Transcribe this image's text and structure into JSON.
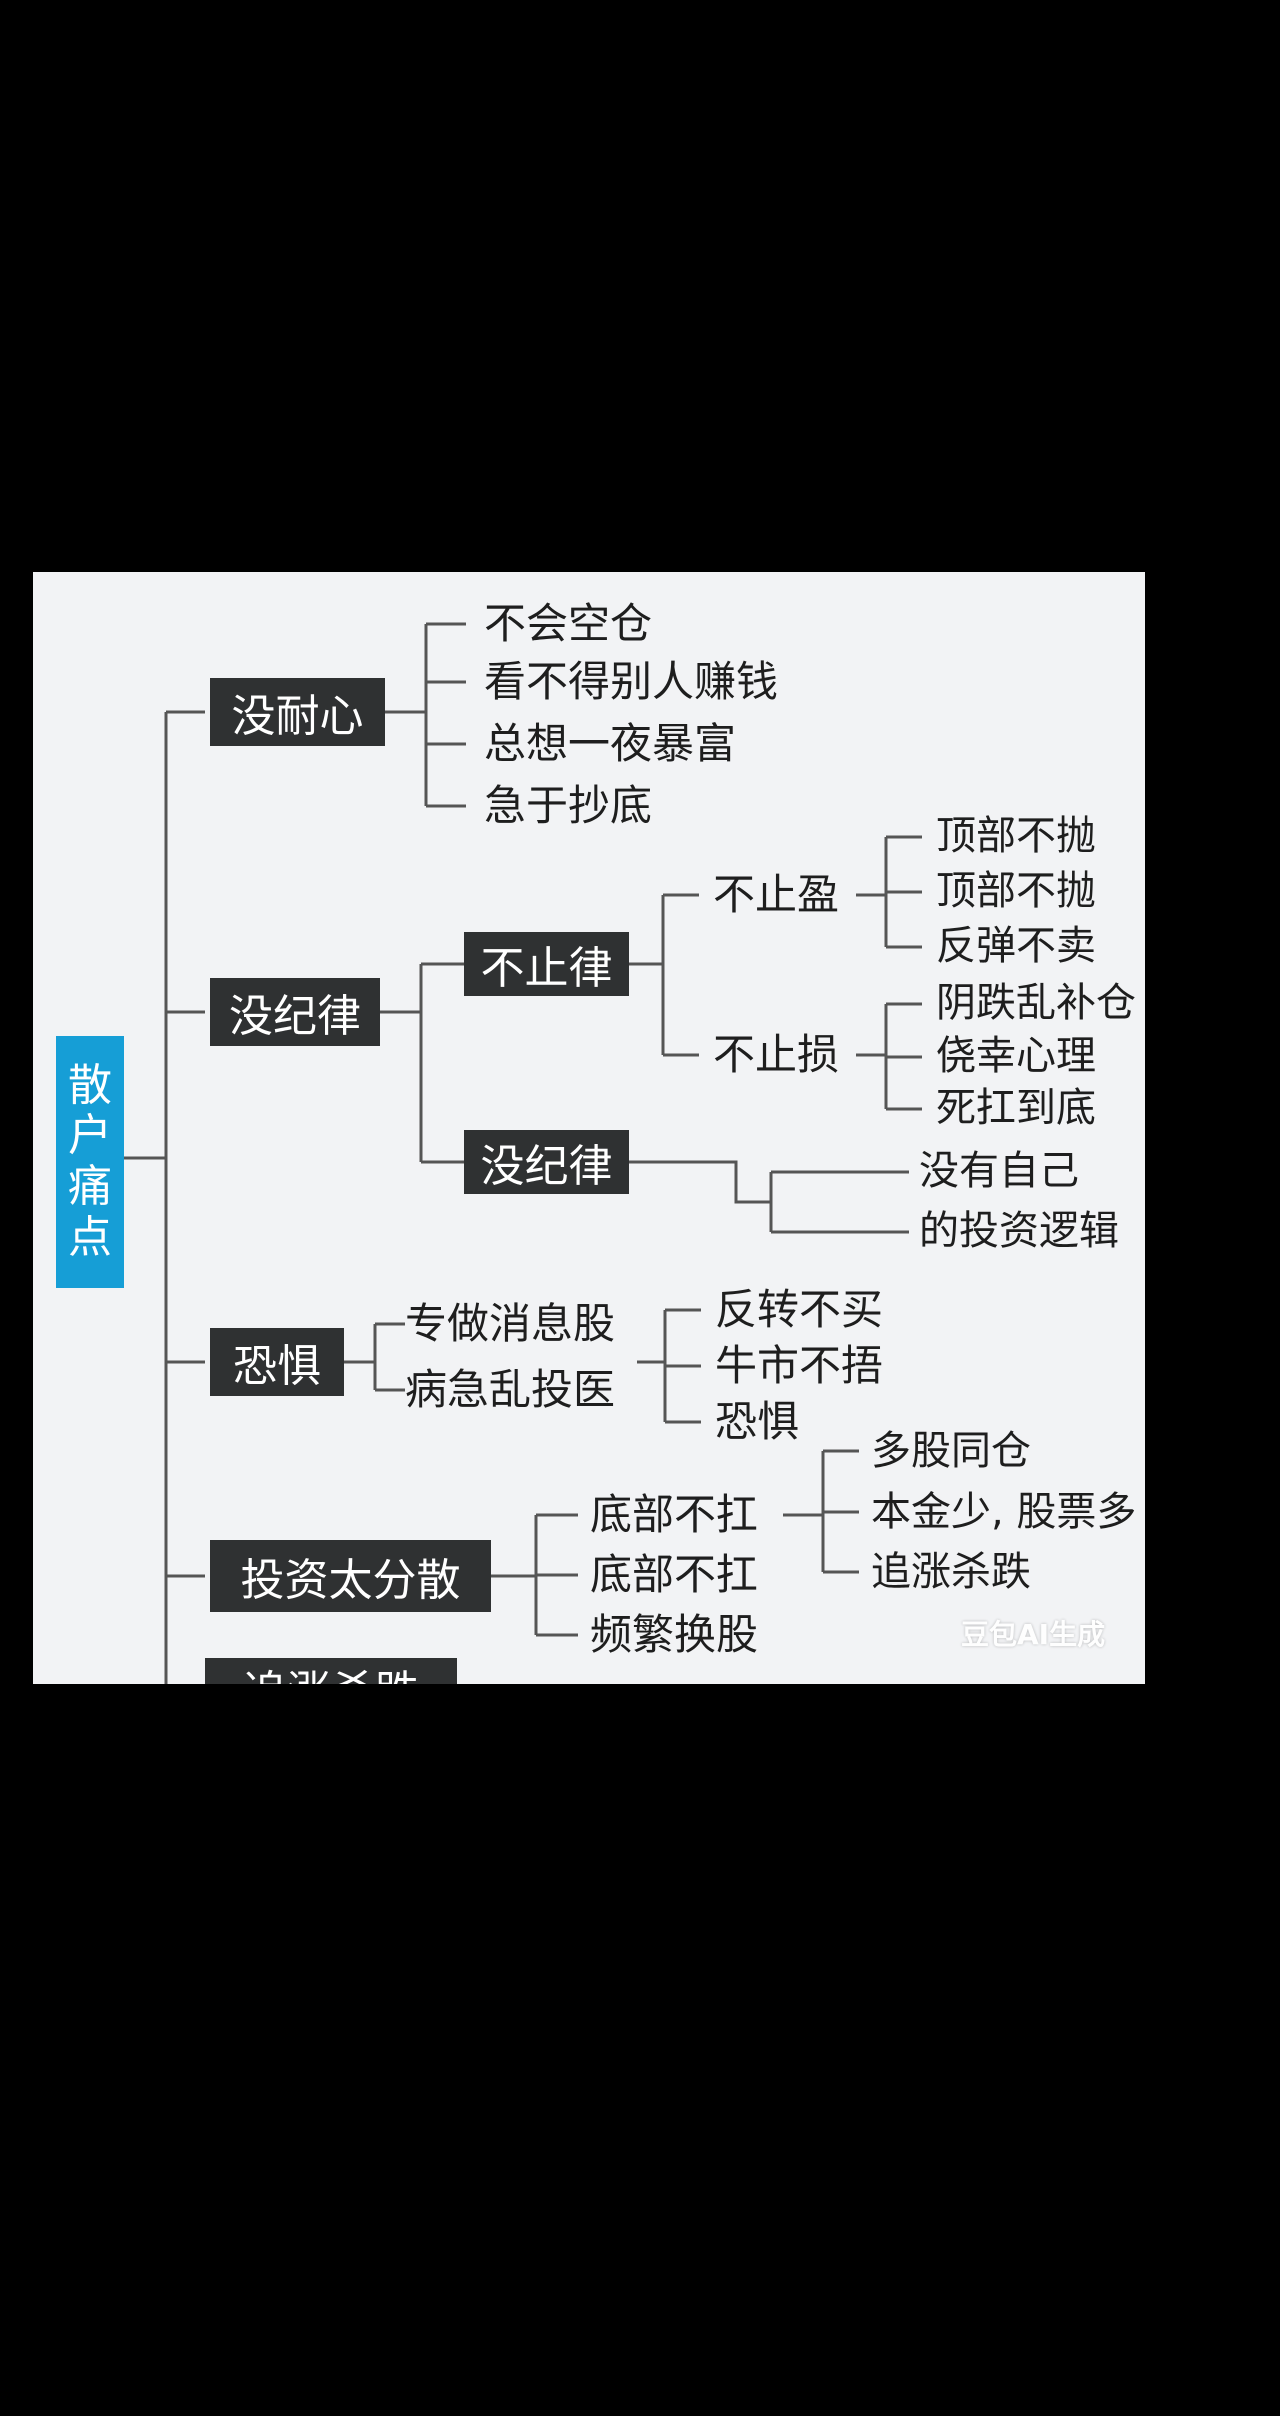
{
  "root": {
    "label": "散户痛点",
    "chars": [
      "散",
      "户",
      "痛",
      "点"
    ]
  },
  "branches": {
    "b1": {
      "label": "没耐心",
      "items": [
        "不会空仓",
        "看不得别人赚钱",
        "总想一夜暴富",
        "急于抄底"
      ]
    },
    "b2": {
      "label": "没纪律",
      "sub1": {
        "label": "不止律",
        "a": {
          "label": "不止盈",
          "items": [
            "顶部不抛",
            "顶部不抛",
            "反弹不卖"
          ]
        },
        "b": {
          "label": "不止损",
          "items": [
            "阴跌乱补仓",
            "侥幸心理",
            "死扛到底"
          ]
        }
      },
      "sub2": {
        "label": "没纪律",
        "items": [
          "没有自己",
          "的投资逻辑"
        ]
      }
    },
    "b3": {
      "label": "恐惧",
      "items": [
        "专做消息股",
        "病急乱投医"
      ],
      "leaves": [
        "反转不买",
        "牛市不捂",
        "恐惧"
      ]
    },
    "b4": {
      "label": "投资太分散",
      "items": [
        "底部不扛",
        "底部不扛",
        "频繁换股"
      ],
      "leaves": [
        "多股同仓",
        "本金少, 股票多",
        "追涨杀跌"
      ]
    },
    "b5": {
      "label": "追涨杀跌"
    }
  },
  "watermark": "豆包AI生成"
}
